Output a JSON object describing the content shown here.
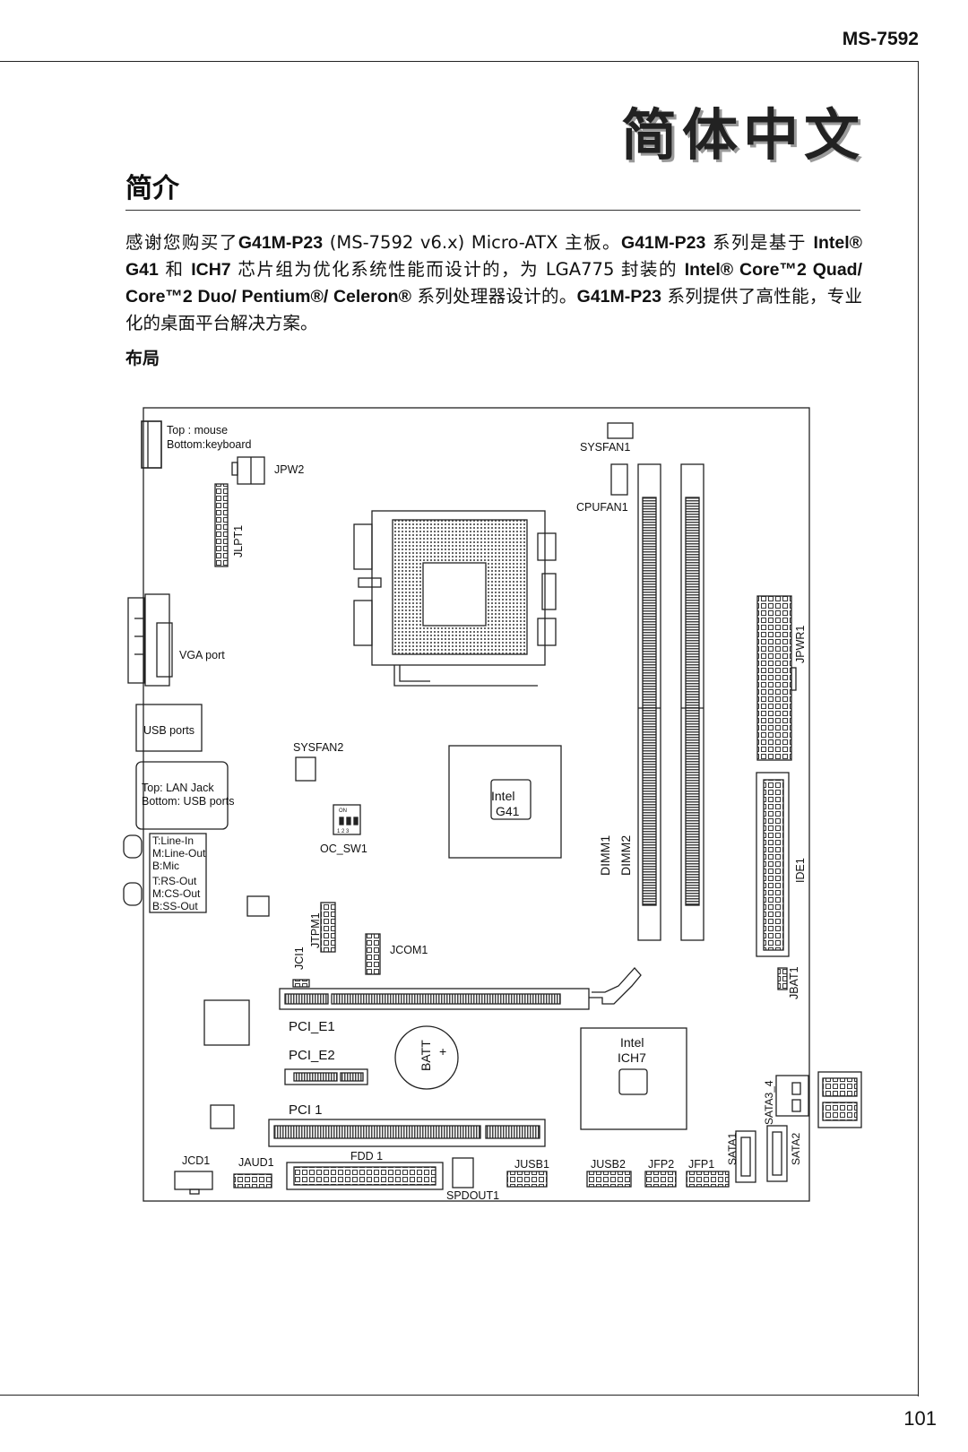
{
  "header": {
    "model": "MS-7592"
  },
  "chapter_title": "简体中文",
  "section_title": "简介",
  "intro": {
    "p1": "感谢您购买了",
    "b1": "G41M-P23",
    "p2": " (MS-7592 v6.x) Micro-ATX 主板。",
    "b2": "G41M-P23",
    "p3": " 系列是基于 ",
    "b3": "Intel® G41",
    "p4": " 和 ",
    "b4": "ICH7",
    "p5": " 芯片组为优化系统性能而设计的，为 LGA775 封装的 ",
    "b5": "Intel® Core™2 Quad/ Core™2 Duo/ Pentium®/ Celeron®",
    "p6": " 系列处理器设计的。",
    "b6": "G41M-P23",
    "p7": " 系列提供了高性能，专业化的桌面平台解决方案。"
  },
  "layout_heading": "布局",
  "board_labels": {
    "ps2_top": "Top : mouse",
    "ps2_bottom": "Bottom:keyboard",
    "jpw2": "JPW2",
    "sysfan1": "SYSFAN1",
    "cpufan1": "CPUFAN1",
    "jlpt1": "JLPT1",
    "vga": "VGA port",
    "jpwr1": "JPWR1",
    "usb": "USB ports",
    "sysfan2": "SYSFAN2",
    "lan_top": "Top: LAN Jack",
    "lan_bottom": "Bottom: USB ports",
    "intel_g41_1": "Intel",
    "intel_g41_2": "G41",
    "oc_sw1": "OC_SW1",
    "audio_1": "T:Line-In",
    "audio_2": "M:Line-Out",
    "audio_3": "B:Mic",
    "audio_4": "T:RS-Out",
    "audio_5": "M:CS-Out",
    "audio_6": "B:SS-Out",
    "dimm1": "DIMM1",
    "dimm2": "DIMM2",
    "ide1": "IDE1",
    "jtpm1": "JTPM1",
    "jci1": "JCI1",
    "jcom1": "JCOM1",
    "jbat1": "JBAT1",
    "pci_e1": "PCI_E1",
    "pci_e2": "PCI_E2",
    "batt": "BATT",
    "batt_plus": "+",
    "ich7_1": "Intel",
    "ich7_2": "ICH7",
    "sata34": "SATA3_4",
    "pci1": "PCI 1",
    "sata2": "SATA2",
    "sata1": "SATA1",
    "jcd1": "JCD1",
    "jaud1": "JAUD1",
    "fdd1": "FDD 1",
    "jusb1": "JUSB1",
    "jusb2": "JUSB2",
    "jfp2": "JFP2",
    "jfp1": "JFP1",
    "spdout1": "SPDOUT1",
    "dip_on": "ON",
    "dip_nums": "1 2 3"
  },
  "footer": {
    "page_number": "101"
  }
}
